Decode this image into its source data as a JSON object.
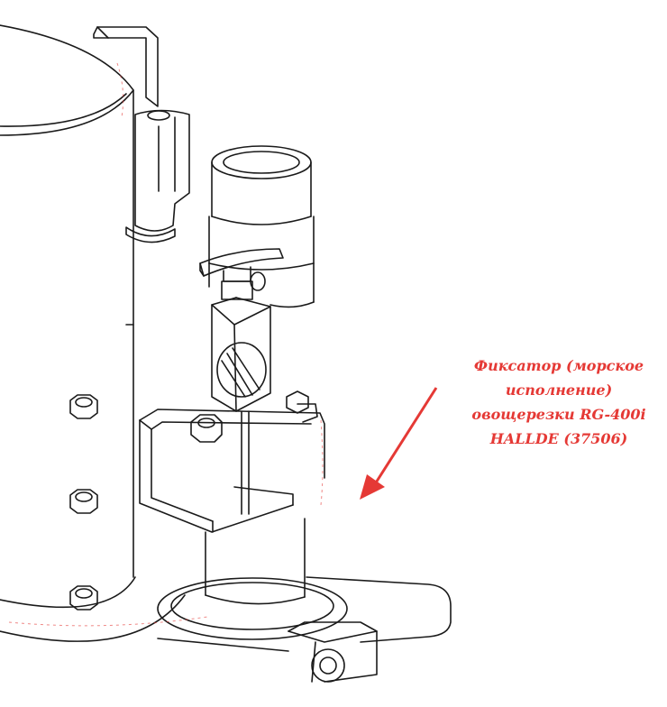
{
  "annotation": {
    "lines": [
      "Фиксатор (морское",
      "исполнение)",
      "овощерезки RG-400i",
      "HALLDE (37506)"
    ],
    "color": "#e53935"
  },
  "drawing": {
    "line_color": "#1a1a1a",
    "background": "#ffffff"
  }
}
